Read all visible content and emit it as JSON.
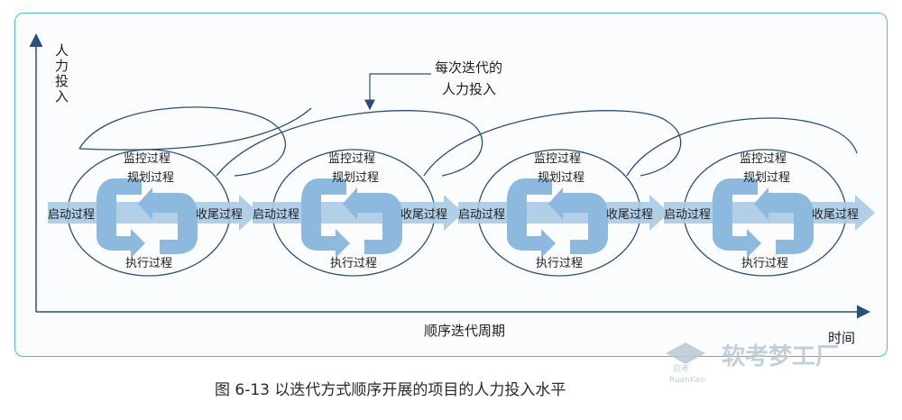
{
  "axis": {
    "y_label": "人力投入",
    "x_label": "时间",
    "period_label": "顺序迭代周期"
  },
  "annotation": {
    "line1": "每次迭代的",
    "line2": "人力投入"
  },
  "iterations": [
    {
      "start": "启动过程",
      "monitor": "监控过程",
      "plan": "规划过程",
      "execute": "执行过程",
      "close": "收尾过程"
    },
    {
      "start": "启动过程",
      "monitor": "监控过程",
      "plan": "规划过程",
      "execute": "执行过程",
      "close": "收尾过程"
    },
    {
      "start": "启动过程",
      "monitor": "监控过程",
      "plan": "规划过程",
      "execute": "执行过程",
      "close": "收尾过程"
    },
    {
      "start": "启动过程",
      "monitor": "监控过程",
      "plan": "规划过程",
      "execute": "执行过程",
      "close": "收尾过程"
    }
  ],
  "caption": "图 6-13    以迭代方式顺序开展的项目的人力投入水平",
  "watermark": {
    "brand": "软考梦工厂",
    "badge": "软考",
    "sub": "RuanKao"
  }
}
